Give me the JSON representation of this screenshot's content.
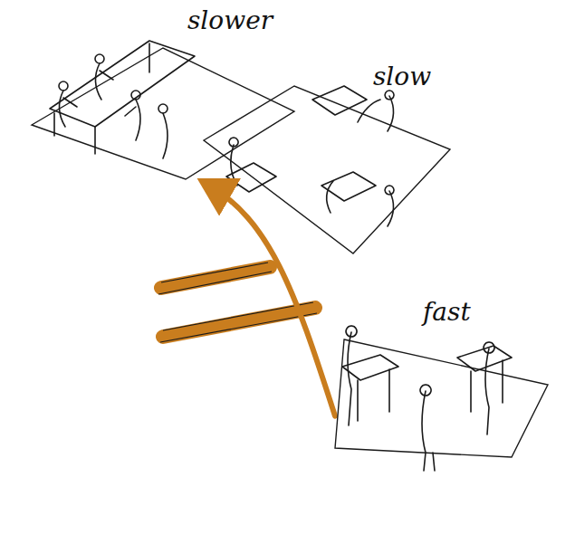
{
  "diagram": {
    "nodes": [
      {
        "text": [
          "slower"
        ]
      },
      {
        "text": [
          "slow"
        ]
      },
      {
        "text": [
          "fast"
        ]
      }
    ],
    "edges": [
      {
        "from": 2,
        "to": 0,
        "arrow": "to"
      }
    ]
  }
}
